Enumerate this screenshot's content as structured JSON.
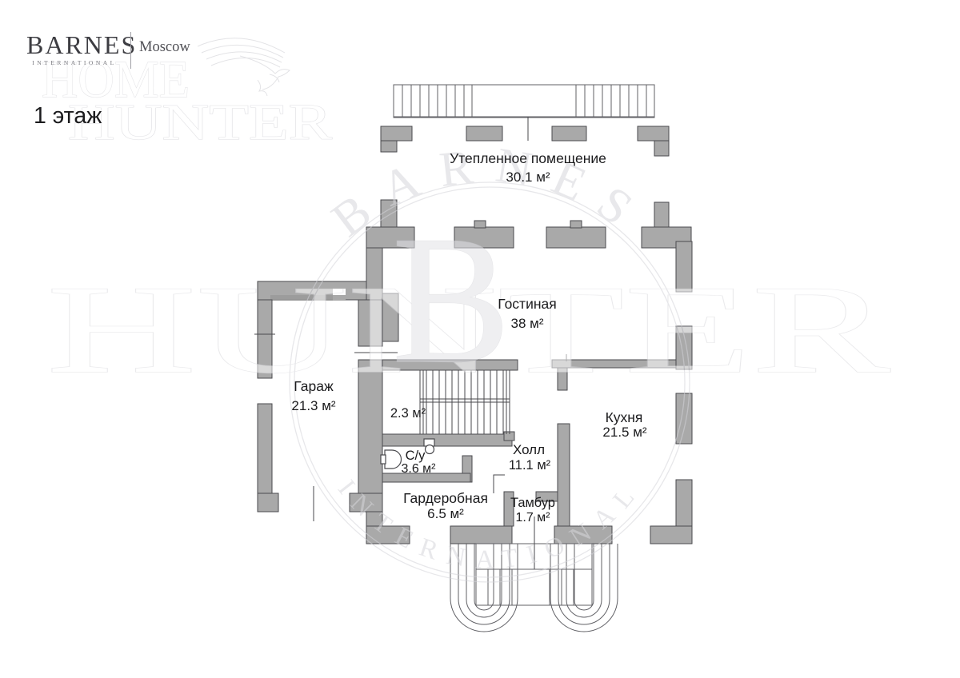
{
  "header": {
    "brand": "BARNES",
    "brand_sub": "INTERNATIONAL",
    "city": "Moscow",
    "floor_label": "1 этаж"
  },
  "watermarks": {
    "home": "HOME",
    "hunter": "HUNTER",
    "hunter_large": "HUNTER",
    "circle_top": "BARNES",
    "circle_bottom": "INTERNATIONAL",
    "big_letter": "B"
  },
  "rooms": [
    {
      "id": "insulated",
      "name": "Утепленное помещение",
      "area": "30.1 м²"
    },
    {
      "id": "living",
      "name": "Гостиная",
      "area": "38 м²"
    },
    {
      "id": "garage",
      "name": "Гараж",
      "area": "21.3 м²"
    },
    {
      "id": "stairs",
      "name": "",
      "area": "2.3 м²"
    },
    {
      "id": "bathroom",
      "name": "С/у",
      "area": "3.6 м²"
    },
    {
      "id": "hall",
      "name": "Холл",
      "area": "11.1 м²"
    },
    {
      "id": "kitchen",
      "name": "Кухня",
      "area": "21.5 м²"
    },
    {
      "id": "wardrobe",
      "name": "Гардеробная",
      "area": "6.5 м²"
    },
    {
      "id": "tambour",
      "name": "Тамбур",
      "area": "1.7 м²"
    }
  ],
  "colors": {
    "wall": "#a9a9a9",
    "wall_line": "#4a4a4e",
    "watermark": "#d7d7db",
    "text": "#1b1b1d"
  }
}
